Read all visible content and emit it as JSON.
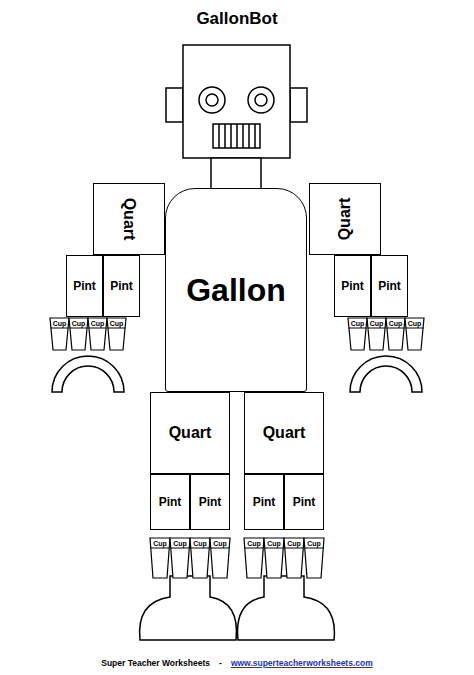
{
  "diagram": {
    "title": "GallonBot",
    "nodes": [
      {
        "text": [
          "Gallon"
        ]
      },
      {
        "text": [
          "Quart"
        ]
      },
      {
        "text": [
          "Pint"
        ]
      },
      {
        "text": [
          "Pint"
        ]
      },
      {
        "text": [
          "Cup"
        ]
      },
      {
        "text": [
          "Cup"
        ]
      },
      {
        "text": [
          "Cup"
        ]
      },
      {
        "text": [
          "Cup"
        ]
      },
      {
        "text": [
          "Quart"
        ]
      },
      {
        "text": [
          "Pint"
        ]
      },
      {
        "text": [
          "Pint"
        ]
      },
      {
        "text": [
          "Cup"
        ]
      },
      {
        "text": [
          "Cup"
        ]
      },
      {
        "text": [
          "Cup"
        ]
      },
      {
        "text": [
          "Cup"
        ]
      },
      {
        "text": [
          "Quart"
        ]
      },
      {
        "text": [
          "Pint"
        ]
      },
      {
        "text": [
          "Pint"
        ]
      },
      {
        "text": [
          "Cup"
        ]
      },
      {
        "text": [
          "Cup"
        ]
      },
      {
        "text": [
          "Cup"
        ]
      },
      {
        "text": [
          "Cup"
        ]
      },
      {
        "text": [
          "Quart"
        ]
      },
      {
        "text": [
          "Pint"
        ]
      },
      {
        "text": [
          "Pint"
        ]
      },
      {
        "text": [
          "Cup"
        ]
      },
      {
        "text": [
          "Cup"
        ]
      },
      {
        "text": [
          "Cup"
        ]
      },
      {
        "text": [
          "Cup"
        ]
      }
    ],
    "labels": [
      "Super Teacher Worksheets",
      "-",
      "www.superteacherworksheets.com"
    ]
  }
}
